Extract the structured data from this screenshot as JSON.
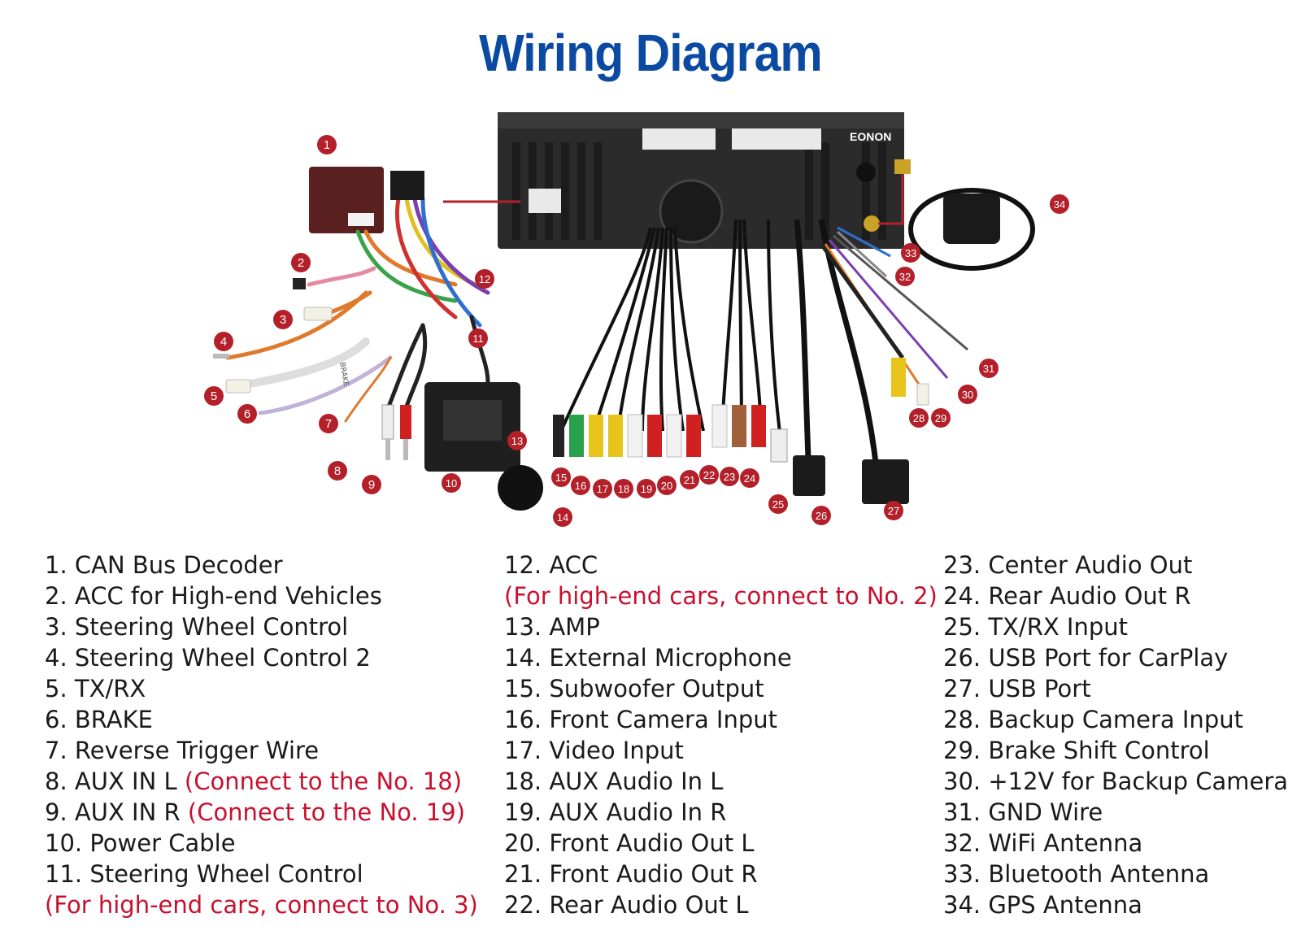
{
  "title": "Wiring Diagram",
  "brand": "EONON",
  "colors": {
    "title": "#0b4aa2",
    "badge": "#b3202a",
    "note": "#c8102e",
    "unit": "#2b2b2b"
  },
  "badges": [
    "1",
    "2",
    "3",
    "4",
    "5",
    "6",
    "7",
    "8",
    "9",
    "10",
    "11",
    "12",
    "13",
    "14",
    "15",
    "16",
    "17",
    "18",
    "19",
    "20",
    "21",
    "22",
    "23",
    "24",
    "25",
    "26",
    "27",
    "28",
    "29",
    "30",
    "31",
    "32",
    "33",
    "34"
  ],
  "wire_labels": {
    "brake": "BRAKE"
  },
  "legend": {
    "col1": [
      {
        "text": "1. CAN Bus Decoder",
        "note": ""
      },
      {
        "text": "2. ACC for High-end Vehicles",
        "note": ""
      },
      {
        "text": "3. Steering Wheel Control",
        "note": ""
      },
      {
        "text": "4. Steering Wheel Control 2",
        "note": ""
      },
      {
        "text": "5. TX/RX",
        "note": ""
      },
      {
        "text": "6. BRAKE",
        "note": ""
      },
      {
        "text": "7. Reverse Trigger Wire",
        "note": ""
      },
      {
        "text": "8. AUX IN L ",
        "note": "(Connect to the No. 18)"
      },
      {
        "text": "9. AUX IN R ",
        "note": "(Connect to the No. 19)"
      },
      {
        "text": "10. Power Cable",
        "note": ""
      },
      {
        "text": "11. Steering Wheel Control",
        "note": ""
      },
      {
        "text": "",
        "note": "(For high-end cars, connect to No. 3)"
      }
    ],
    "col2": [
      {
        "text": "12. ACC",
        "note": ""
      },
      {
        "text": "",
        "note": "(For high-end cars, connect to No. 2)"
      },
      {
        "text": "13. AMP",
        "note": ""
      },
      {
        "text": "14. External Microphone",
        "note": ""
      },
      {
        "text": "15. Subwoofer Output",
        "note": ""
      },
      {
        "text": "16. Front Camera Input",
        "note": ""
      },
      {
        "text": "17. Video Input",
        "note": ""
      },
      {
        "text": "18. AUX Audio In L",
        "note": ""
      },
      {
        "text": "19. AUX Audio In R",
        "note": ""
      },
      {
        "text": "20. Front Audio Out L",
        "note": ""
      },
      {
        "text": "21. Front Audio Out R",
        "note": ""
      },
      {
        "text": "22. Rear Audio Out L",
        "note": ""
      }
    ],
    "col3": [
      {
        "text": "23. Center Audio Out",
        "note": ""
      },
      {
        "text": "24. Rear Audio Out R",
        "note": ""
      },
      {
        "text": "25. TX/RX Input",
        "note": ""
      },
      {
        "text": "26. USB Port for CarPlay",
        "note": ""
      },
      {
        "text": "27. USB Port",
        "note": ""
      },
      {
        "text": "28. Backup Camera Input",
        "note": ""
      },
      {
        "text": "29. Brake Shift Control",
        "note": ""
      },
      {
        "text": "30. +12V for Backup Camera",
        "note": ""
      },
      {
        "text": "31. GND Wire",
        "note": ""
      },
      {
        "text": "32. WiFi Antenna",
        "note": ""
      },
      {
        "text": "33. Bluetooth Antenna",
        "note": ""
      },
      {
        "text": "34. GPS Antenna",
        "note": ""
      }
    ]
  }
}
